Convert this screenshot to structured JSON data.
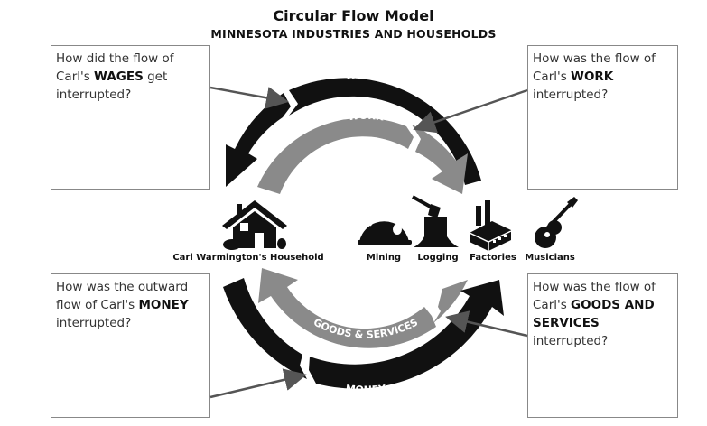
{
  "title": "Circular Flow Model",
  "subtitle": "MINNESOTA INDUSTRIES AND HOUSEHOLDS",
  "flows": {
    "wages": "WAGES",
    "work": "WORK",
    "goods": "GOODS & SERVICES",
    "money": "MONEY"
  },
  "household": {
    "label": "Carl Warmington's Household"
  },
  "industries": [
    {
      "label": "Mining",
      "icon": "mining-helmet-icon"
    },
    {
      "label": "Logging",
      "icon": "tree-stump-axe-icon"
    },
    {
      "label": "Factories",
      "icon": "factory-icon"
    },
    {
      "label": "Musicians",
      "icon": "guitar-icon"
    }
  ],
  "questions": {
    "wages": {
      "pre": "How did the flow of Carl's ",
      "bold": "WAGES",
      "post": " get interrupted?"
    },
    "work": {
      "pre": "How was the flow of Carl's ",
      "bold": "WORK",
      "post": " interrupted?"
    },
    "money": {
      "pre": "How was the outward flow of Carl's ",
      "bold": "MONEY",
      "post": " interrupted?"
    },
    "goods": {
      "pre": "How was the flow of Carl's ",
      "bold": "GOODS AND SERVICES",
      "post": " interrupted?"
    }
  },
  "colors": {
    "outer": "#111111",
    "inner": "#8a8a8a",
    "pointer": "#555555"
  }
}
